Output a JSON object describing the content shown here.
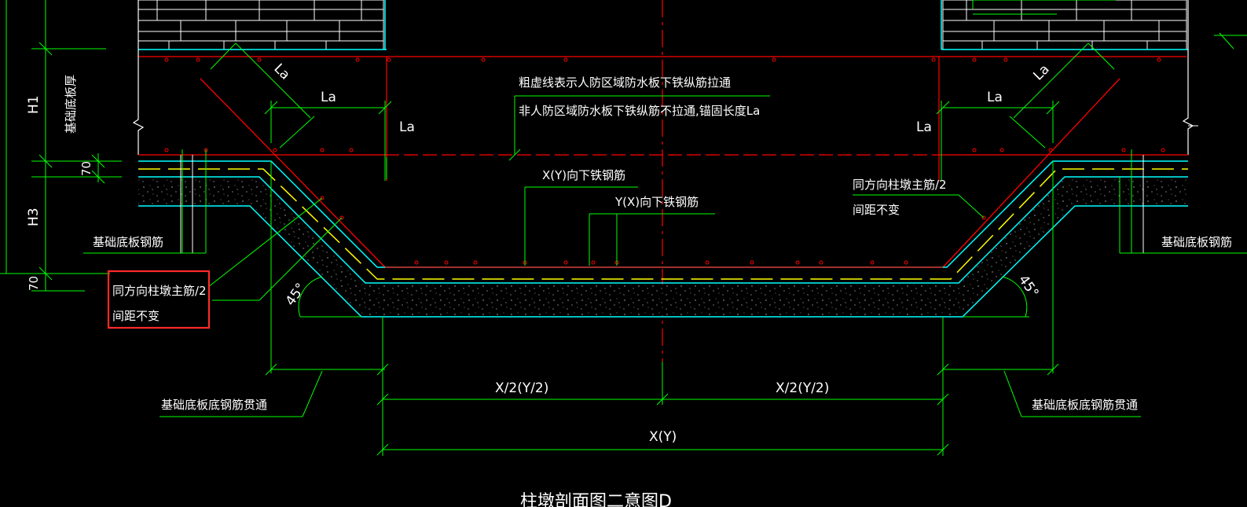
{
  "drawing": {
    "labels": {
      "dim_H1": "H1",
      "dim_H3": "H3",
      "dim_70_top": "70",
      "dim_70_bottom": "70",
      "slab_thickness_vertical": "基础底板厚",
      "la_diag_left": "La",
      "la_horiz_left": "La",
      "la_vert_left": "La",
      "la_diag_right": "La",
      "la_horiz_right": "La",
      "la_vert_right": "La",
      "note_dashed_line_1": "粗虚线表示人防区域防水板下铁纵筋拉通",
      "note_dashed_line_2": "非人防区域防水板下铁纵筋不拉通,锚固长度La",
      "xy_lower_rebar": "X(Y)向下铁钢筋",
      "yx_lower_rebar": "Y(X)向下铁钢筋",
      "note_left_1": "同方向柱墩主筋/2",
      "note_left_2": "间距不变",
      "note_right_1": "同方向柱墩主筋/2",
      "note_right_2": "间距不变",
      "slab_bottom_rebar_left": "基础底板钢筋",
      "slab_bottom_rebar_right": "基础底板钢筋",
      "angle_left": "45°",
      "angle_right": "45°",
      "continuous_left": "基础底板底钢筋贯通",
      "continuous_right": "基础底板底钢筋贯通",
      "half_x_left": "X/2(Y/2)",
      "half_x_right": "X/2(Y/2)",
      "full_x": "X(Y)",
      "title": "柱墩剖面图二意图D"
    },
    "colors": {
      "background": "#000000",
      "text": "#ffffff",
      "dimension": "#00ff00",
      "rebar": "#ff0000",
      "outline": "#00ffff",
      "yellow_rebar": "#ffff00",
      "highlight_box": "#ff2a2a"
    }
  }
}
